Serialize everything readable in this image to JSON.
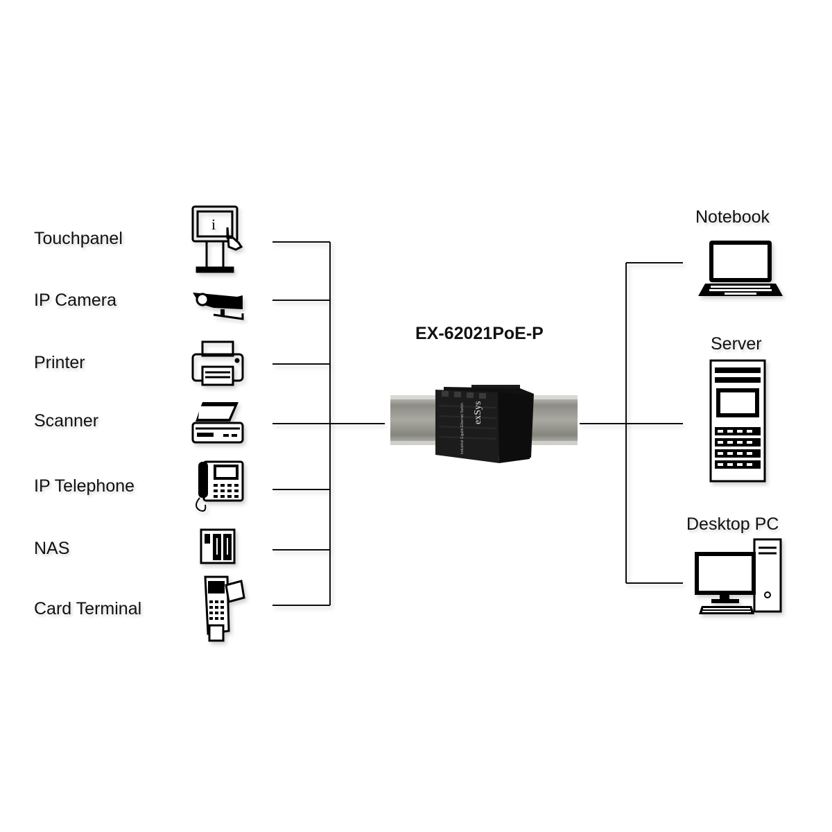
{
  "switch": {
    "model": "EX-62021PoE-P",
    "brand_logo": "exSys",
    "front_text": "Industrial Gigabit Ethernet Switch"
  },
  "left_devices": [
    {
      "label": "Touchpanel",
      "icon": "touchpanel-kiosk-icon"
    },
    {
      "label": "IP Camera",
      "icon": "ip-camera-icon"
    },
    {
      "label": "Printer",
      "icon": "printer-icon"
    },
    {
      "label": "Scanner",
      "icon": "scanner-icon"
    },
    {
      "label": "IP Telephone",
      "icon": "ip-telephone-icon"
    },
    {
      "label": "NAS",
      "icon": "nas-icon"
    },
    {
      "label": "Card Terminal",
      "icon": "card-terminal-icon"
    }
  ],
  "right_devices": [
    {
      "label": "Notebook",
      "icon": "notebook-icon"
    },
    {
      "label": "Server",
      "icon": "server-rack-icon"
    },
    {
      "label": "Desktop PC",
      "icon": "desktop-pc-icon"
    }
  ],
  "colors": {
    "line": "#111111",
    "device": "#000000",
    "rail": "#9a9a94"
  }
}
